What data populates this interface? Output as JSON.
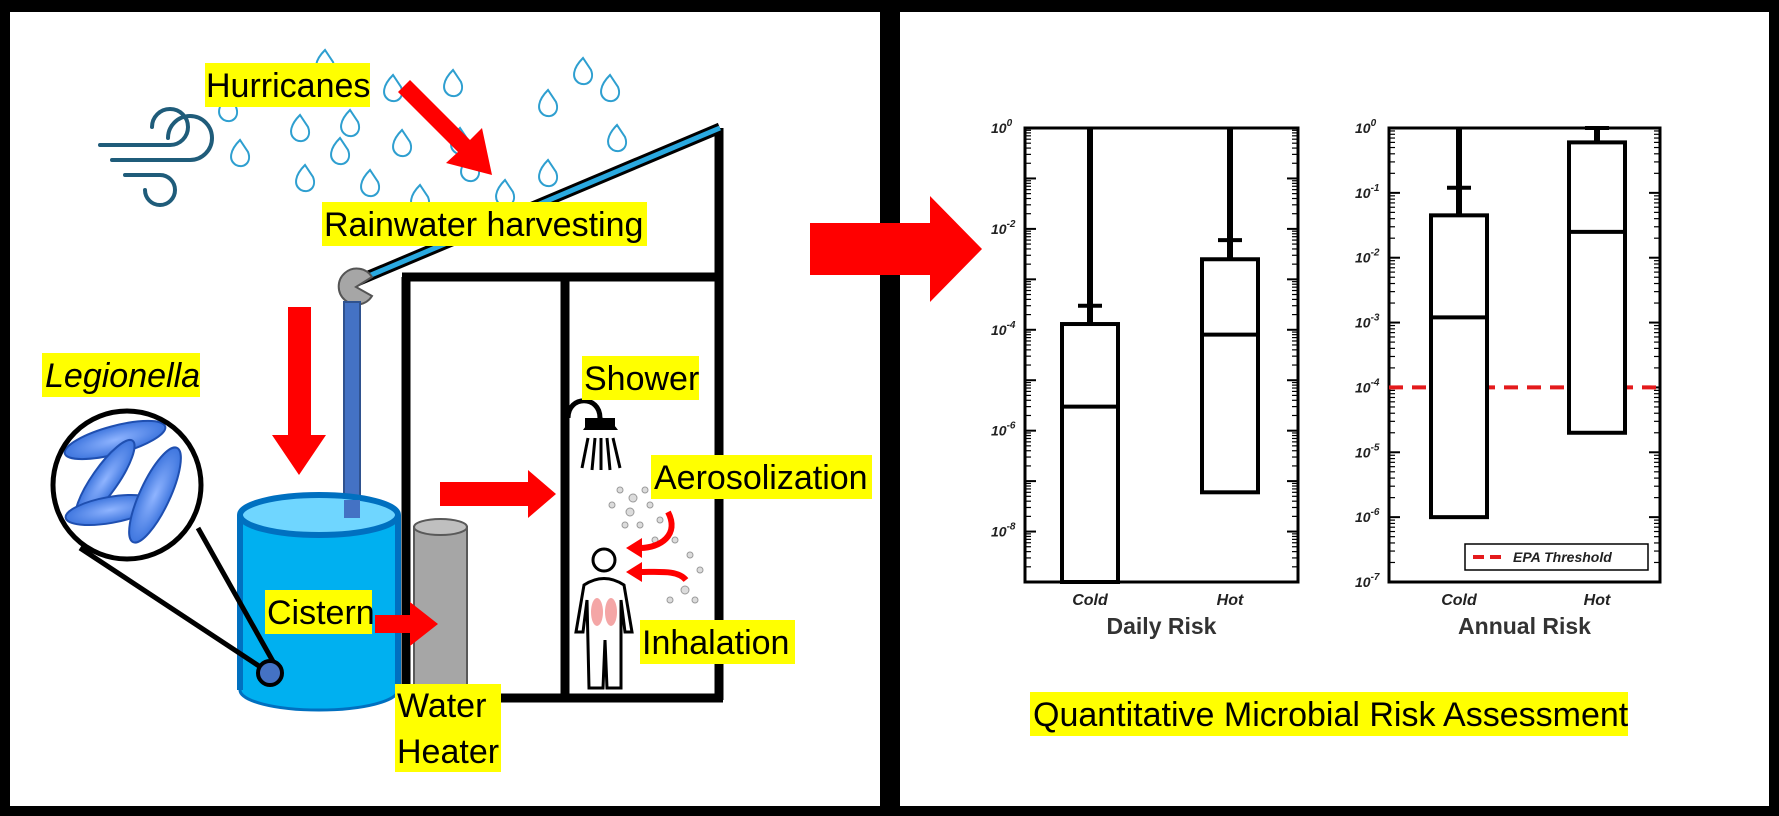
{
  "left_panel": {
    "labels": {
      "hurricanes": "Hurricanes",
      "rainwater": "Rainwater harvesting",
      "legionella": "Legionella",
      "shower": "Shower",
      "aerosolization": "Aerosolization",
      "cistern": "Cistern",
      "inhalation": "Inhalation",
      "water_heater_line1": "Water",
      "water_heater_line2": "Heater"
    },
    "icons": [
      "wind-icon",
      "raindrop-icon",
      "shower-head-icon",
      "person-icon",
      "lungs-icon",
      "bacteria-icon"
    ]
  },
  "right_panel": {
    "footer": "Quantitative Microbial Risk Assessment",
    "colors": {
      "threshold": "#e41a1c",
      "label_bg": "#ffff00",
      "arrow": "#ff0000",
      "cistern": "#00b0f0"
    }
  },
  "chart_data": [
    {
      "type": "box",
      "title": "",
      "xlabel": "Daily Risk",
      "ylabel": "",
      "yscale": "log",
      "ylim": [
        1e-09,
        1
      ],
      "ytick_exponents": [
        0,
        -2,
        -4,
        -6,
        -8
      ],
      "categories": [
        "Cold",
        "Hot"
      ],
      "boxes": [
        {
          "category": "Cold",
          "whisker_low": 1e-09,
          "q1": 1e-09,
          "median": 3e-06,
          "q3": 0.00013,
          "whisker_cap": 0.0003,
          "whisker_high": 1
        },
        {
          "category": "Hot",
          "whisker_low": 6e-08,
          "q1": 6e-08,
          "median": 8e-05,
          "q3": 0.0025,
          "whisker_cap": 0.006,
          "whisker_high": 1
        }
      ]
    },
    {
      "type": "box",
      "title": "",
      "xlabel": "Annual Risk",
      "ylabel": "",
      "yscale": "log",
      "ylim": [
        1e-07,
        1
      ],
      "ytick_exponents": [
        0,
        -1,
        -2,
        -3,
        -4,
        -5,
        -6,
        -7
      ],
      "categories": [
        "Cold",
        "Hot"
      ],
      "boxes": [
        {
          "category": "Cold",
          "whisker_low": 1e-06,
          "q1": 1e-06,
          "median": 0.0012,
          "q3": 0.045,
          "whisker_cap": 0.12,
          "whisker_high": 1
        },
        {
          "category": "Hot",
          "whisker_low": 2e-05,
          "q1": 2e-05,
          "median": 0.025,
          "q3": 0.6,
          "whisker_cap": 1,
          "whisker_high": 1
        }
      ],
      "threshold": {
        "value": 0.0001,
        "label": "EPA Threshold",
        "color": "#e41a1c",
        "style": "dashed"
      },
      "legend": "bottom-right"
    }
  ]
}
